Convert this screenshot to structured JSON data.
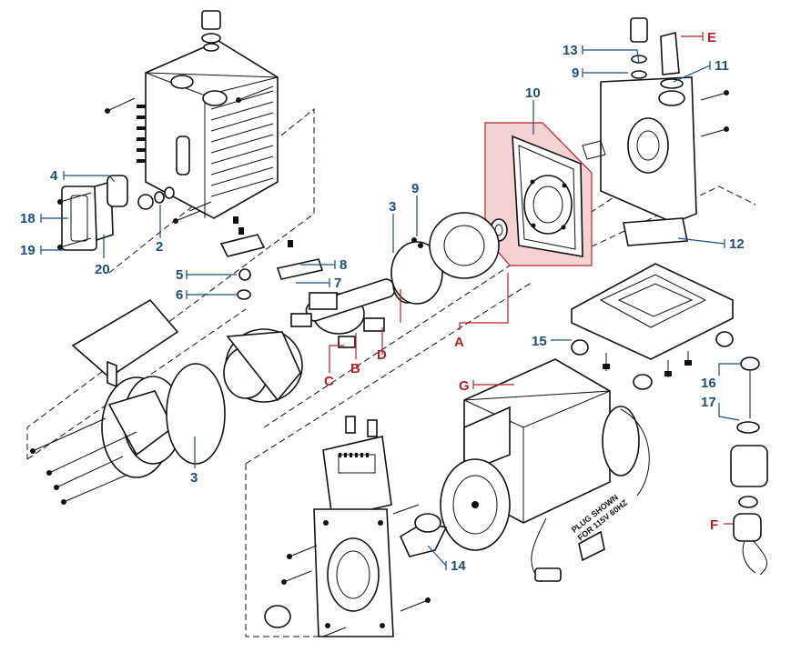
{
  "callouts": {
    "c1": "4",
    "c2": "18",
    "c3": "19",
    "c4": "20",
    "c5": "2",
    "c6": "5",
    "c7": "6",
    "c8": "8",
    "c9": "7",
    "c10": "3",
    "c11": "9",
    "c12": "3",
    "c13": "10",
    "c14": "13",
    "c15": "9",
    "c16": "11",
    "c17": "12",
    "c18": "15",
    "c19": "16",
    "c20": "17",
    "c21": "14"
  },
  "letters": {
    "a": "A",
    "b": "B",
    "c": "C",
    "d": "D",
    "e": "E",
    "f": "F",
    "g": "G"
  },
  "plug_note": [
    "PLUG SHOWN",
    "FOR 115V 60HZ"
  ],
  "colors": {
    "callout_blue": "#1f4e79",
    "callout_red": "#b3202b",
    "highlight": "#f4d2d4"
  }
}
